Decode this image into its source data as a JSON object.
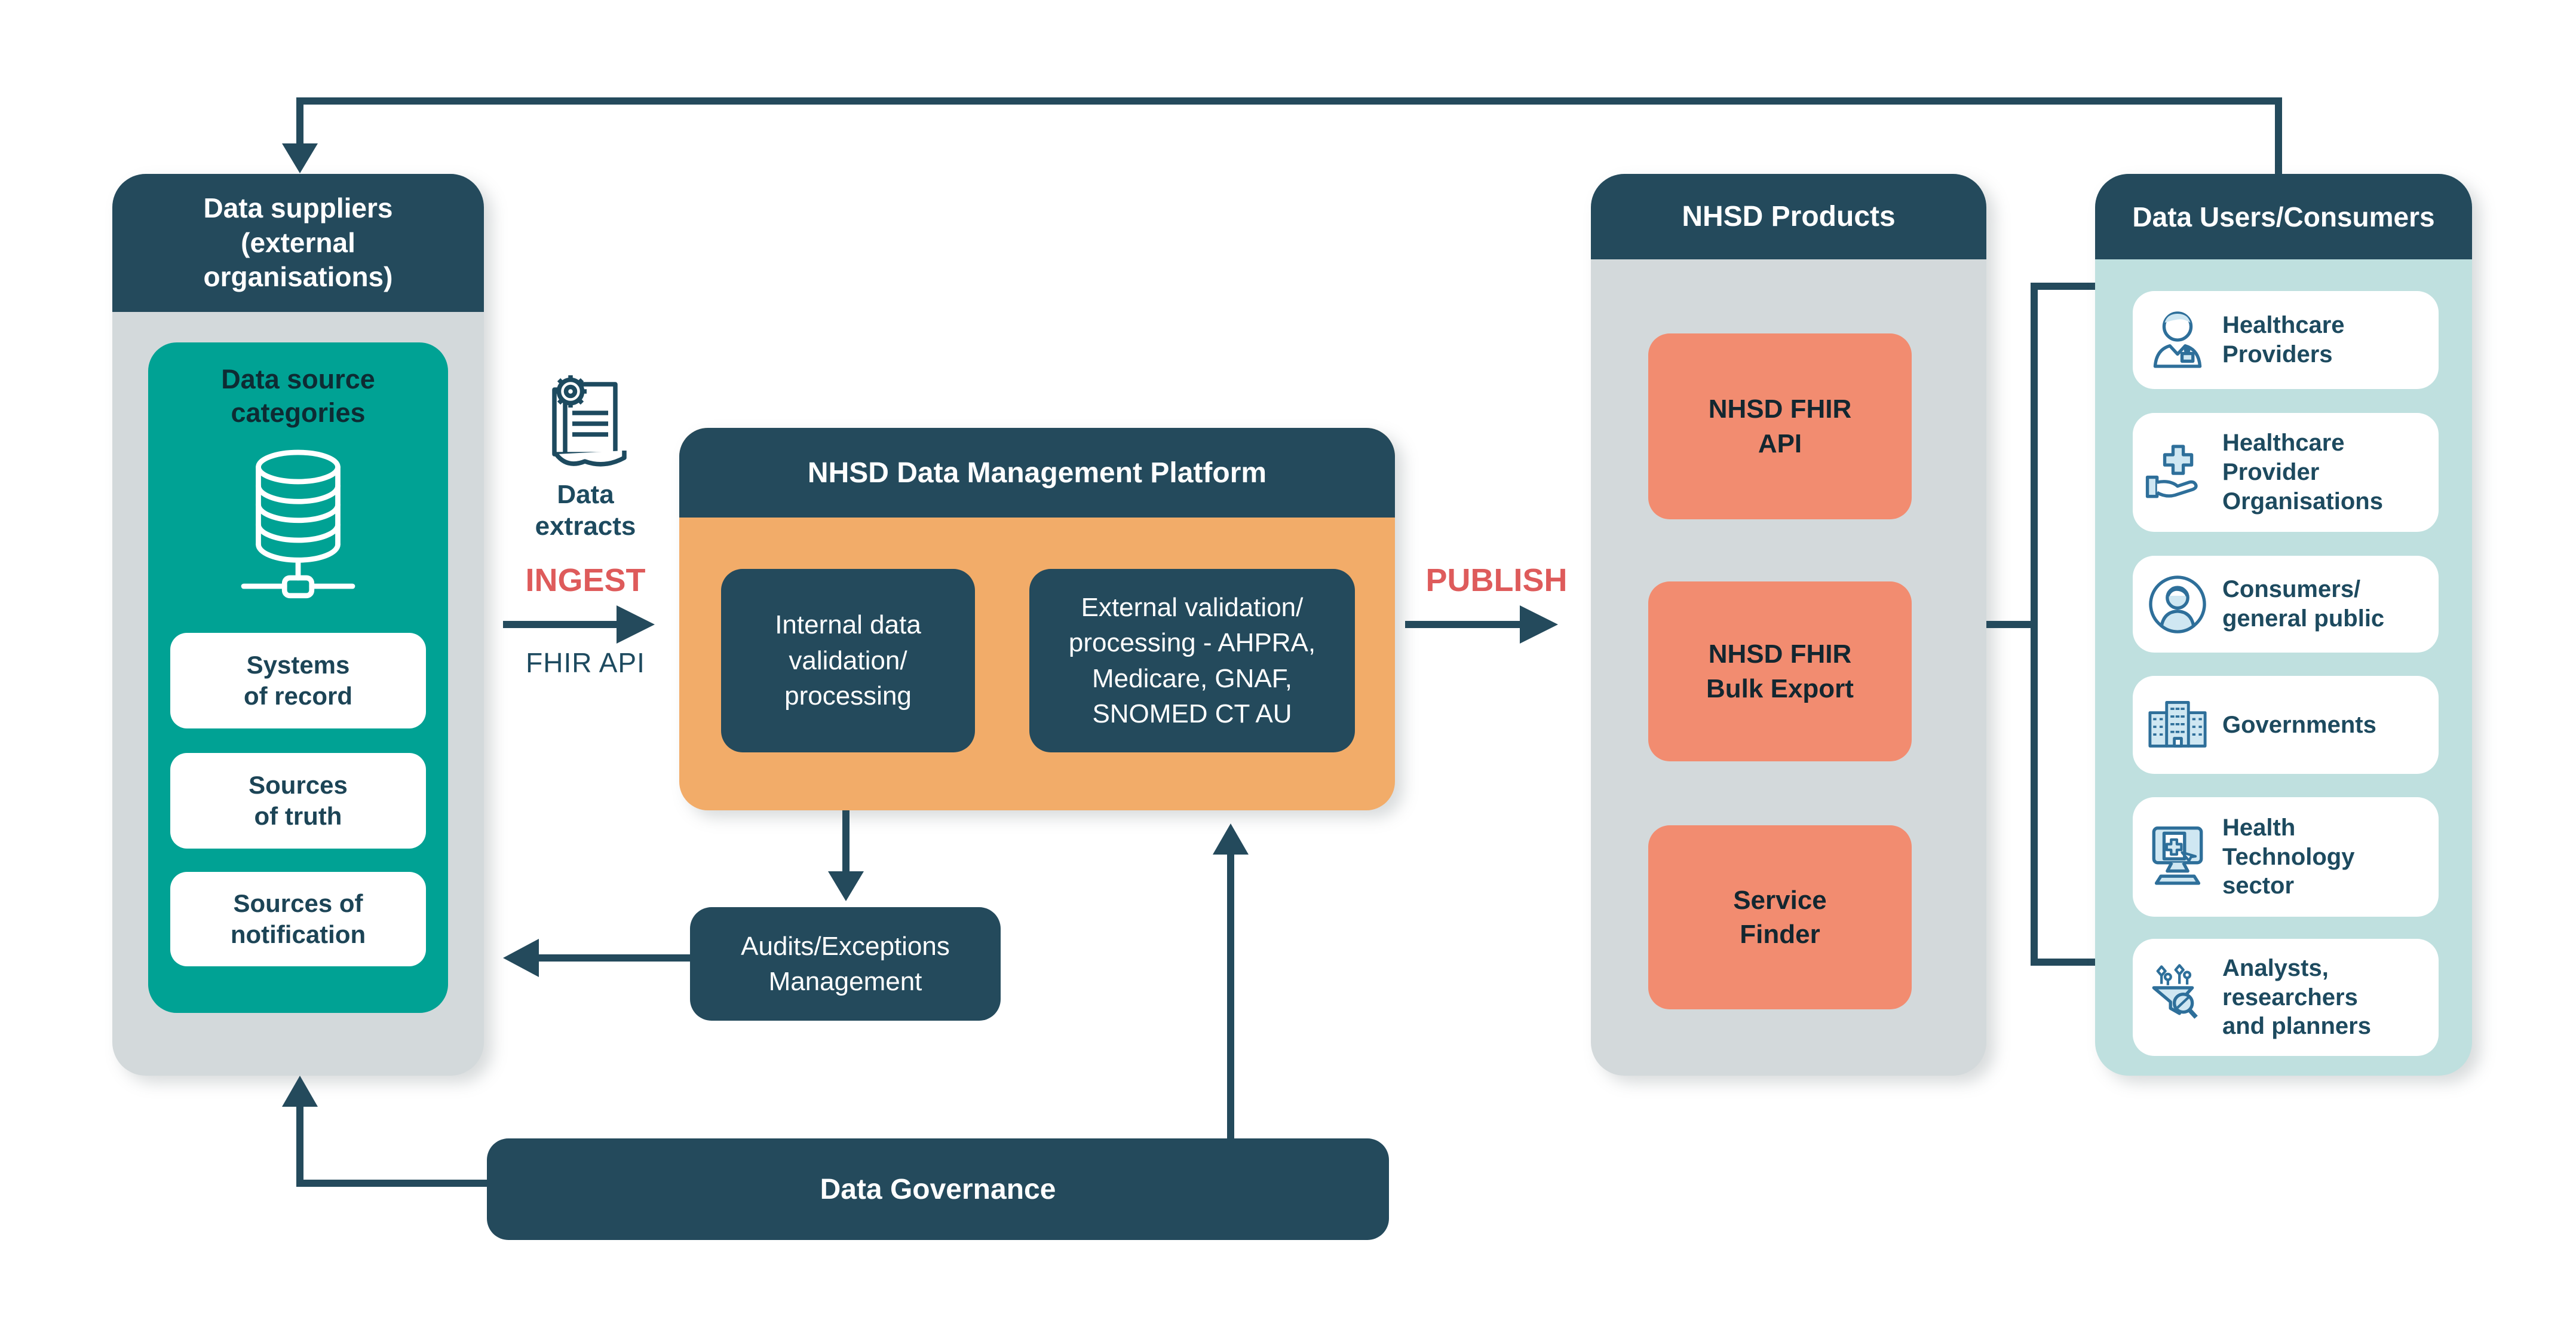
{
  "colors": {
    "dark_teal": "#244A5C",
    "panel_gray": "#D3D9DB",
    "teal": "#00A294",
    "orange": "#F2AC69",
    "salmon": "#F28C70",
    "light_teal": "#BFE0DF",
    "accent_red": "#DE5B5B",
    "icon_blue": "#2E6F9A",
    "icon_fill": "#CFE7F2",
    "text_dark": "#1D4A5F"
  },
  "suppliers": {
    "title": "Data suppliers\n(external\norganisations)",
    "categories": {
      "title": "Data source\ncategories",
      "icon": "database-icon",
      "items": [
        "Systems\nof record",
        "Sources\nof truth",
        "Sources of\nnotification"
      ]
    }
  },
  "ingest": {
    "icon": "document-gear-icon",
    "icon_label": "Data\nextracts",
    "flow_label": "INGEST",
    "arrow_caption": "FHIR API"
  },
  "platform": {
    "title": "NHSD Data Management Platform",
    "boxes": [
      "Internal data\nvalidation/\nprocessing",
      "External validation/\nprocessing - AHPRA,\nMedicare, GNAF,\nSNOMED CT AU"
    ]
  },
  "publish": {
    "flow_label": "PUBLISH"
  },
  "products": {
    "title": "NHSD Products",
    "items": [
      "NHSD FHIR\nAPI",
      "NHSD FHIR\nBulk Export",
      "Service\nFinder"
    ]
  },
  "users": {
    "title": "Data Users/Consumers",
    "items": [
      {
        "icon": "healthcare-provider-icon",
        "label": "Healthcare\nProviders"
      },
      {
        "icon": "hand-cross-icon",
        "label": "Healthcare\nProvider\nOrganisations"
      },
      {
        "icon": "person-circle-icon",
        "label": "Consumers/\ngeneral public"
      },
      {
        "icon": "government-buildings-icon",
        "label": "Governments"
      },
      {
        "icon": "health-technology-icon",
        "label": "Health\nTechnology\nsector"
      },
      {
        "icon": "funnel-analytics-icon",
        "label": "Analysts,\nresearchers\nand planners"
      }
    ]
  },
  "audits": {
    "label": "Audits/Exceptions\nManagement"
  },
  "governance": {
    "label": "Data Governance"
  }
}
